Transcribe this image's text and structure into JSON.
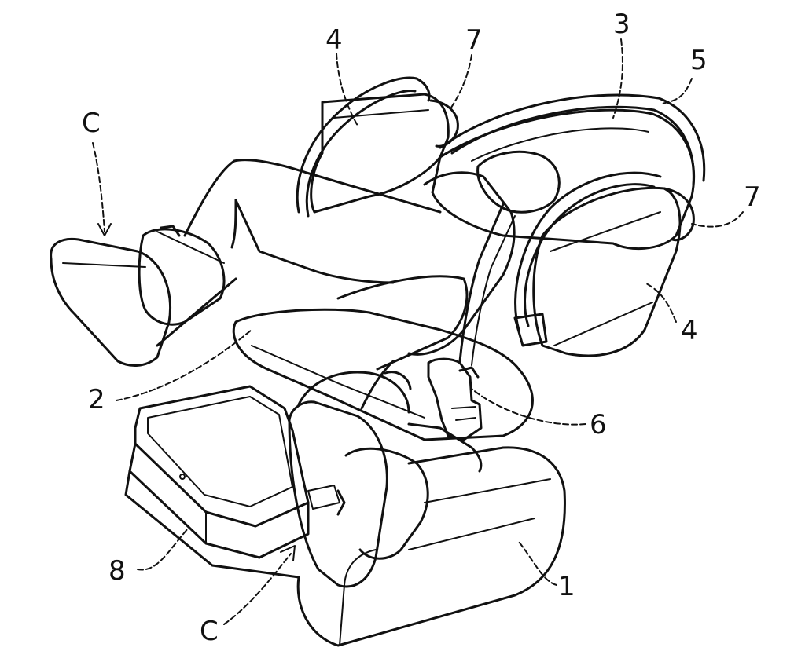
{
  "figure": {
    "reference_labels": {
      "base": "1",
      "seat": "2",
      "backrest": "3",
      "arm_left": "4",
      "arm_right": "4",
      "head_arc": "5",
      "operating_handle": "6",
      "pad_left": "7",
      "pad_right": "7",
      "side_table": "8",
      "direction_top": "C",
      "direction_bottom": "C"
    }
  }
}
